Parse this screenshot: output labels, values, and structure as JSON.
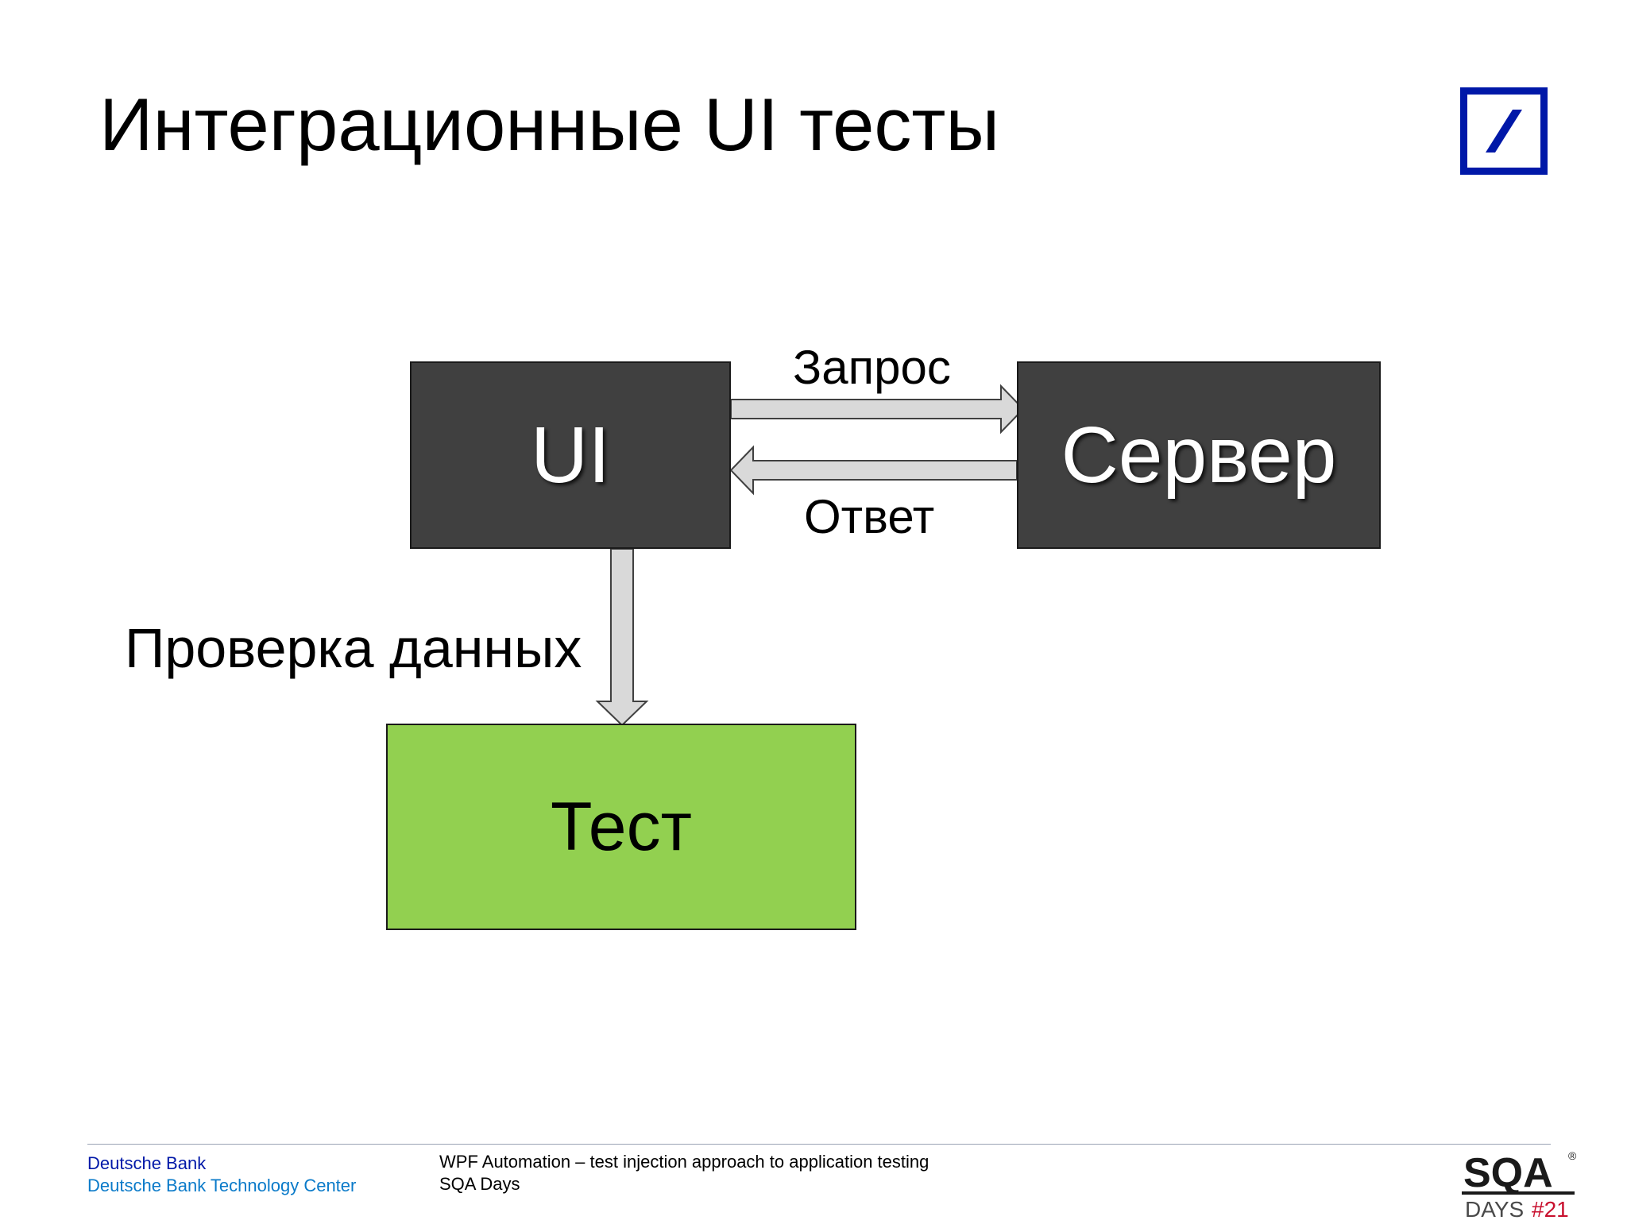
{
  "slide": {
    "title": "Интеграционные UI тесты"
  },
  "diagram": {
    "ui_box": "UI",
    "server_box": "Сервер",
    "test_box": "Тест",
    "request_label": "Запрос",
    "response_label": "Ответ",
    "check_label": "Проверка данных",
    "colors": {
      "dark_box": "#404040",
      "test_box": "#92d050",
      "arrow_fill": "#d9d9d9"
    }
  },
  "footer": {
    "company": "Deutsche Bank",
    "division": "Deutsche Bank Technology Center",
    "talk_title": "WPF Automation – test injection approach to application testing",
    "event": "SQA Days",
    "sqa_logo": {
      "main": "SQA",
      "sub": "DAYS",
      "number": "#21",
      "registered": "®"
    }
  },
  "logos": {
    "db_logo_color": "#0018a8"
  }
}
